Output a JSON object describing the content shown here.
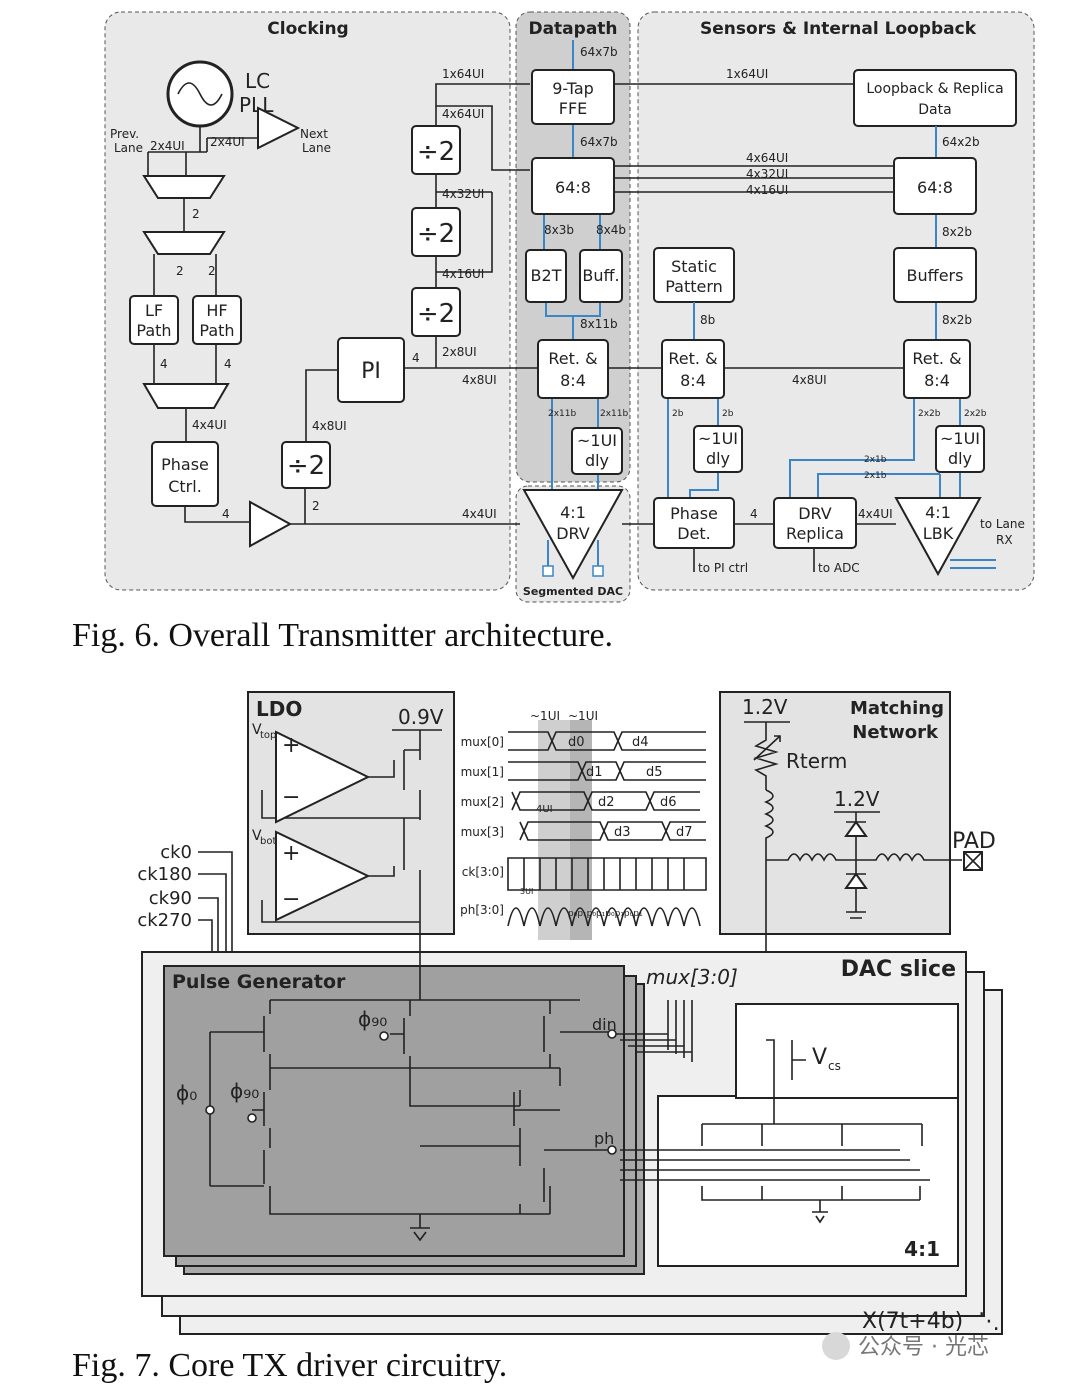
{
  "fig6": {
    "sections": {
      "clocking": "Clocking",
      "datapath": "Datapath",
      "sensors": "Sensors & Internal Loopback",
      "segmented_dac": "Segmented DAC"
    },
    "blocks": {
      "pll_line1": "LC",
      "pll_line2": "PLL",
      "lf1": "LF",
      "lf2": "Path",
      "hf1": "HF",
      "hf2": "Path",
      "phase1": "Phase",
      "phase2": "Ctrl.",
      "pi": "PI",
      "div": "÷2",
      "ffe1": "9-Tap",
      "ffe2": "FFE",
      "ser": "64:8",
      "b2t": "B2T",
      "buff": "Buff.",
      "ret1": "Ret. &",
      "ret2": "8:4",
      "dly1": "~1UI",
      "dly2": "dly",
      "drv1": "4:1",
      "drv2": "DRV",
      "static1": "Static",
      "static2": "Pattern",
      "pdet1": "Phase",
      "pdet2": "Det.",
      "drvrep1": "DRV",
      "drvrep2": "Replica",
      "loop1": "Loopback & Replica",
      "loop2": "Data",
      "ser2": "64:8",
      "buffers": "Buffers",
      "lbk1": "4:1",
      "lbk2": "LBK"
    },
    "labels": {
      "prev_lane1": "Prev.",
      "prev_lane2": "Lane",
      "next_lane1": "Next",
      "next_lane2": "Lane",
      "b2x4ui": "2x4UI",
      "b2": "2",
      "b4": "4",
      "b4x4ui": "4x4UI",
      "b4x8ui": "4x8UI",
      "b1x64ui": "1x64UI",
      "b4x64ui": "4x64UI",
      "b4x32ui": "4x32UI",
      "b4x16ui": "4x16UI",
      "b2x8ui": "2x8UI",
      "b64x7b": "64x7b",
      "b8x3b": "8x3b",
      "b8x4b": "8x4b",
      "b8x11b": "8x11b",
      "b2x11b": "2x11b",
      "b8b": "8b",
      "b2b": "2b",
      "b64x2b": "64x2b",
      "b8x2b": "8x2b",
      "b2x2b": "2x2b",
      "b2x1b": "2x1b",
      "to_pi": "to PI ctrl",
      "to_adc": "to ADC",
      "to_lane1": "to Lane",
      "to_lane2": "RX"
    },
    "caption": "Fig. 6. Overall Transmitter architecture."
  },
  "fig7": {
    "ldo": "LDO",
    "v09": "0.9V",
    "vtop": "top",
    "vbot": "bot",
    "v": "V",
    "plus": "+",
    "minus": "−",
    "matching1": "Matching",
    "matching2": "Network",
    "v12": "1.2V",
    "rterm": "Rterm",
    "pad": "PAD",
    "ui1": "~1UI",
    "ui2": "~1UI",
    "ui4": "4UI",
    "ui3": "3UI",
    "mux_rows": [
      "mux[0]",
      "mux[1]",
      "mux[2]",
      "mux[3]",
      "ck[3:0]",
      "ph[3:0]"
    ],
    "d_labels": [
      "d0",
      "d4",
      "d1",
      "d5",
      "d2",
      "d6",
      "d3",
      "d7"
    ],
    "ph_pulses": "p₀p₁p₀p₁p₀p₁p₀p₁",
    "clocks": [
      "ck0",
      "ck180",
      "ck90",
      "ck270"
    ],
    "pulse_gen": "Pulse Generator",
    "mux30": "mux[3:0]",
    "dac_slice": "DAC slice",
    "phi90": "ϕ₉₀",
    "phi0": "ϕ₀",
    "din": "din",
    "ph": "ph",
    "vcs": "V",
    "vcs_sub": "cs",
    "ratio": "4:1",
    "count": "X(7t+4b)",
    "caption": "Fig. 7. Core TX driver circuitry."
  },
  "watermark": "公众号 · 光芯"
}
